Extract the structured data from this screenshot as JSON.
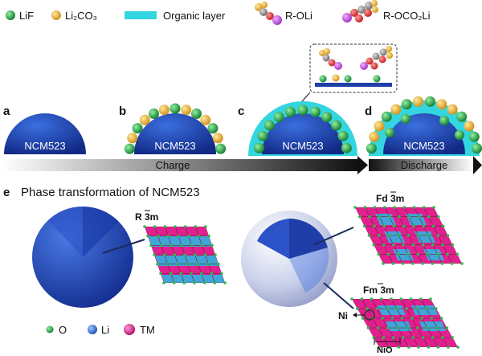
{
  "legend_top": [
    {
      "label": "LiF",
      "color": "#1a9e3a"
    },
    {
      "label": "Li₂CO₃",
      "color": "#f0b429"
    },
    {
      "label": "Organic layer",
      "color": "#33d6e0"
    },
    {
      "label": "R-OLi"
    },
    {
      "label": "R-OCO₂Li"
    }
  ],
  "panels": [
    {
      "letter": "a",
      "core": "NCM523"
    },
    {
      "letter": "b",
      "core": "NCM523"
    },
    {
      "letter": "c",
      "core": "NCM523"
    },
    {
      "letter": "d",
      "core": "NCM523"
    }
  ],
  "arrows": {
    "charge": "Charge",
    "discharge": "Discharge"
  },
  "phase": {
    "letter": "e",
    "title": "Phase transformation of NCM523",
    "r3m": "R 3m",
    "fd3m": "Fd 3m",
    "fm3m": "Fm 3m",
    "ni_label": "Ni",
    "nio_label": "NiO"
  },
  "legend_bottom": [
    {
      "label": "O",
      "color": "#2fb84a"
    },
    {
      "label": "Li",
      "color": "#2f6fd0"
    },
    {
      "label": "TM",
      "color": "#e0208c"
    }
  ],
  "colors": {
    "core": "#1f3ea8",
    "organic": "#33d6e0",
    "lif": "#1a9e3a",
    "li2co3": "#f0b429",
    "tm": "#e0208c",
    "li_layer": "#3fa6d6",
    "oxygen": "#2fb84a",
    "ni_ring": "#333333"
  }
}
